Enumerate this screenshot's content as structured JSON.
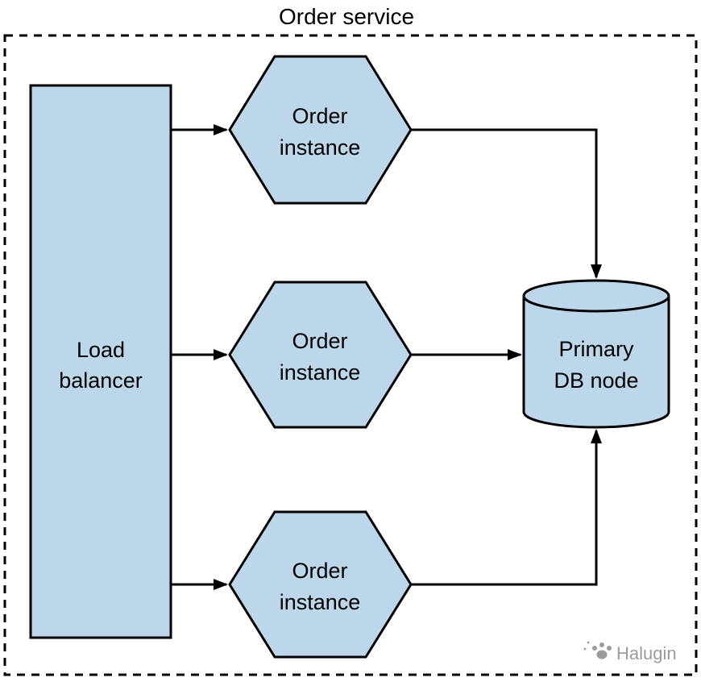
{
  "title": "Order service",
  "colors": {
    "node_fill": "#bdd7ea",
    "stroke": "#000000",
    "watermark": "#9c9c9c"
  },
  "nodes": {
    "load_balancer": {
      "line1": "Load",
      "line2": "balancer"
    },
    "order_instance_1": {
      "line1": "Order",
      "line2": "instance"
    },
    "order_instance_2": {
      "line1": "Order",
      "line2": "instance"
    },
    "order_instance_3": {
      "line1": "Order",
      "line2": "instance"
    },
    "primary_db": {
      "line1": "Primary",
      "line2": "DB node"
    }
  },
  "watermark": {
    "text": "Halugin"
  }
}
